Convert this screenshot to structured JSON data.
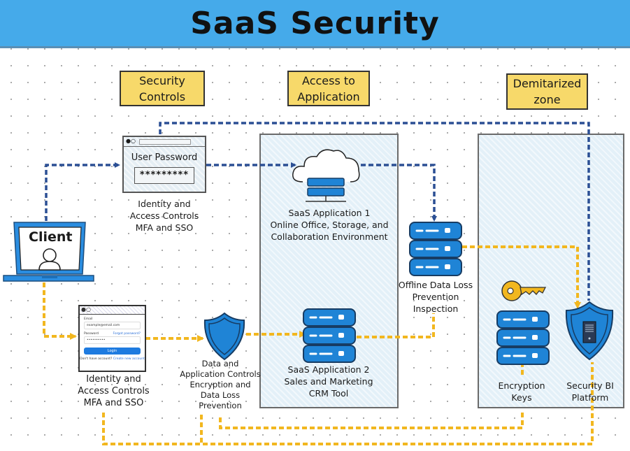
{
  "title": "SaaS Security",
  "tags": {
    "security_controls": [
      "Security",
      "Controls"
    ],
    "access_to_application": [
      "Access to",
      "Application"
    ],
    "dmz": [
      "Demitarized",
      "zone"
    ]
  },
  "client": {
    "label": "Client",
    "icon": "user-icon"
  },
  "password_window": {
    "title": "User Password",
    "value": "*********",
    "caption": [
      "Identity and",
      "Access Controls",
      "MFA and SSO"
    ]
  },
  "login_window": {
    "email_label": "Email",
    "email_value": "example@email.com",
    "password_label": "Password",
    "forgot_link": "Forgot password?",
    "password_value": "••••••••••",
    "login_button": "Login",
    "footer_text": "Don't have account?",
    "footer_link": "Create new account",
    "caption": [
      "Identity and",
      "Access Controls",
      "MFA and SSO"
    ]
  },
  "data_controls": {
    "caption": [
      "Data and",
      "Application Controls",
      "Encryption and",
      "Data Loss",
      "Prevention"
    ],
    "icon": "shield-icon"
  },
  "saas_app_1": {
    "caption": [
      "SaaS Application 1",
      "Online Office, Storage, and",
      "Collaboration Environment"
    ],
    "icon": "cloud-server-icon"
  },
  "saas_app_2": {
    "caption": [
      "SaaS Application 2",
      "Sales and Marketing",
      "CRM Tool"
    ],
    "icon": "server-icon"
  },
  "offline_dlp": {
    "caption": [
      "Offline Data Loss",
      "Prevention",
      "Inspection"
    ],
    "icon": "server-icon"
  },
  "encryption_keys": {
    "caption": [
      "Encryption",
      "Keys"
    ],
    "icons": [
      "key-icon",
      "server-icon"
    ]
  },
  "security_bi": {
    "caption": [
      "Security BI",
      "Platform"
    ],
    "icon": "shield-server-icon"
  },
  "colors": {
    "header": "#45aaea",
    "tag": "#f7d96a",
    "blue_flow": "#2b4f94",
    "yellow_flow": "#f2b71f",
    "device_blue": "#1f84d6",
    "zone_fill": "#e3f0f8"
  }
}
